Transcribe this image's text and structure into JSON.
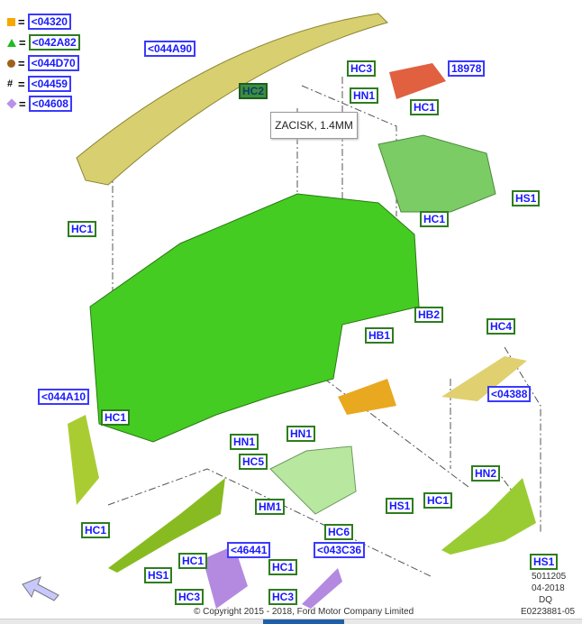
{
  "legend": [
    {
      "icon": "orange-square-icon",
      "color": "#f5a800",
      "label": "<04320",
      "style": "b"
    },
    {
      "icon": "green-triangle-icon",
      "color": "#22bb22",
      "label": "<042A82",
      "style": "gr"
    },
    {
      "icon": "brown-circle-icon",
      "color": "#a0601a",
      "label": "<044D70",
      "style": "b"
    },
    {
      "icon": "hash-icon",
      "color": "#000000",
      "label": "<04459",
      "style": "b"
    },
    {
      "icon": "purple-diamond-icon",
      "color": "#b990ea",
      "label": "<04608",
      "style": "b"
    }
  ],
  "legend_eq": "=",
  "hash": "#",
  "labels": [
    "<044A90",
    "HC3",
    "18978",
    "HC2",
    "HN1",
    "HC1",
    "HS1",
    "HC1",
    "HC1",
    "HB2",
    "HC4",
    "HB1",
    "<044A10",
    "<04388",
    "HC1",
    "HN1",
    "HN1",
    "HC5",
    "HN2",
    "HM1",
    "HS1",
    "HC1",
    "HC6",
    "HC1",
    "<46441",
    "<043C36",
    "HC1",
    "HS1",
    "HC1",
    "HS1",
    "HC3",
    "HC3"
  ],
  "tooltip": "ZACISK, 1.4MM",
  "meta": {
    "code": "5011205",
    "date": "04-2018",
    "dq": "DQ",
    "ref": "E0223881-05",
    "copyright": "© Copyright 2015 - 2018, Ford Motor Company Limited"
  },
  "colors": {
    "panel": "#44cc22",
    "trim": "#d8d070",
    "glovebox": "#b48ae0",
    "pad": "#e06040"
  }
}
